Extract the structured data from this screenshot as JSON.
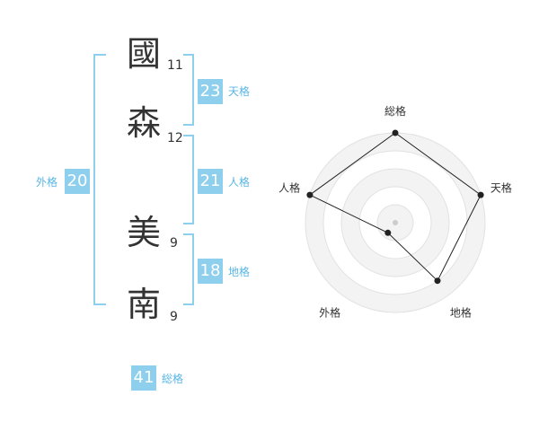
{
  "name": {
    "chars": [
      {
        "char": "國",
        "strokes": "11"
      },
      {
        "char": "森",
        "strokes": "12"
      },
      {
        "char": "美",
        "strokes": "9"
      },
      {
        "char": "南",
        "strokes": "9"
      }
    ]
  },
  "fortune": {
    "tenkaku": {
      "label": "天格",
      "value": "23"
    },
    "jinkaku": {
      "label": "人格",
      "value": "21"
    },
    "chikaku": {
      "label": "地格",
      "value": "18"
    },
    "gaikaku": {
      "label": "外格",
      "value": "20"
    },
    "soukaku": {
      "label": "総格",
      "value": "41"
    }
  },
  "colors": {
    "accent": "#8ecfee",
    "accent_text": "#59b6e6"
  },
  "chart_data": {
    "type": "radar",
    "axes": [
      "総格",
      "天格",
      "地格",
      "外格",
      "人格"
    ],
    "levels": 5,
    "max": 5,
    "values": [
      5,
      5,
      4,
      0.7,
      5
    ]
  }
}
